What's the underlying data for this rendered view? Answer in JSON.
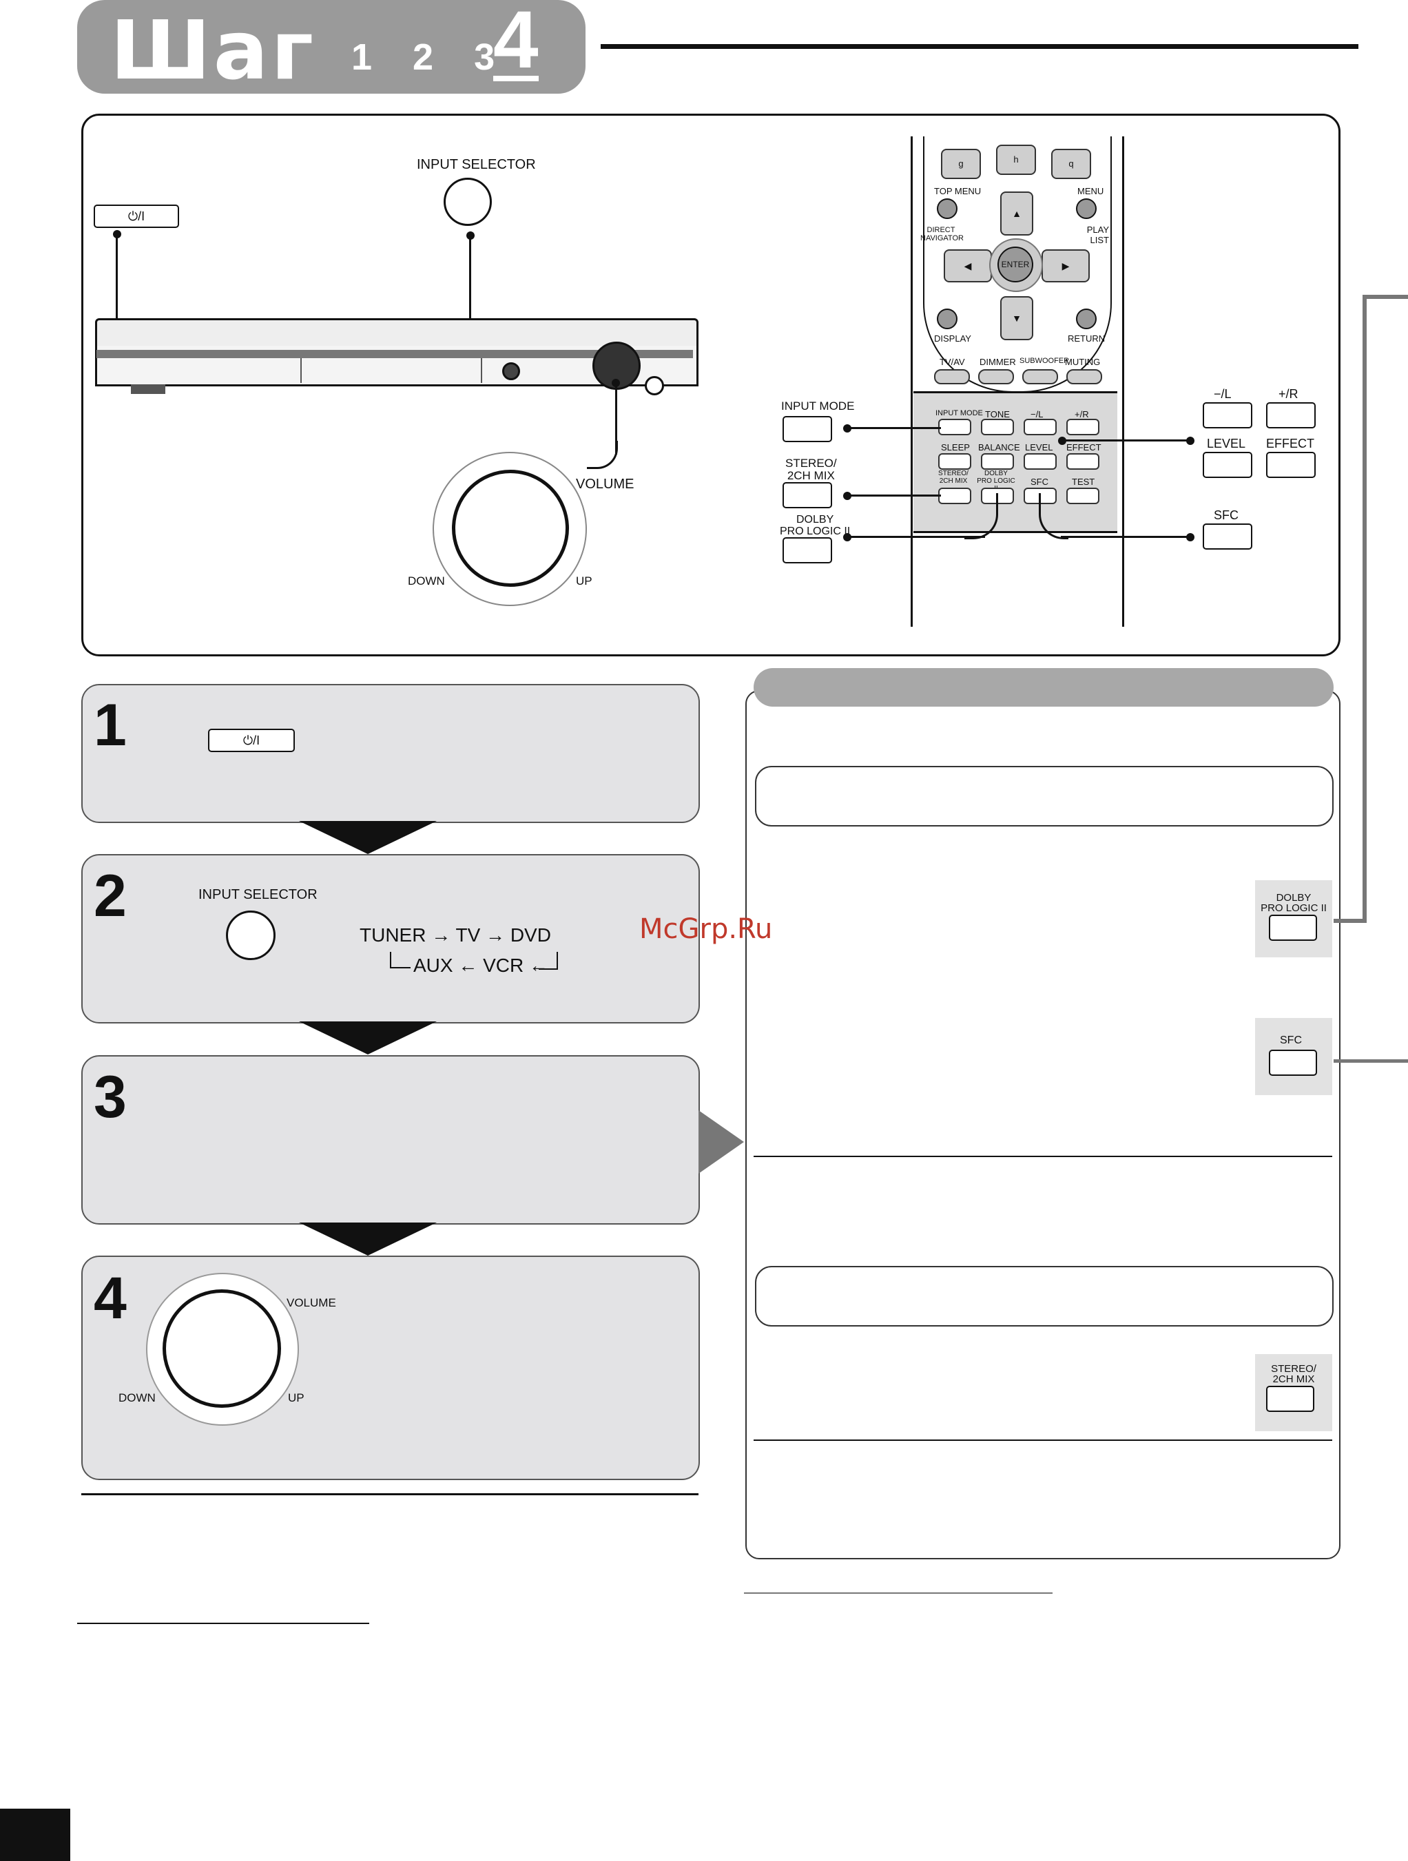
{
  "header": {
    "step_word": "Шаг",
    "step_numbers": "1 2 3",
    "current_step": "4"
  },
  "unit": {
    "power_button": "⏻/I",
    "input_selector": "INPUT SELECTOR",
    "volume": "VOLUME",
    "down": "DOWN",
    "up": "UP"
  },
  "remote": {
    "top_buttons": [
      "g",
      "h",
      "q"
    ],
    "top_menu": "TOP MENU",
    "menu": "MENU",
    "direct_navigator": "DIRECT\nNAVIGATOR",
    "play_list": "PLAY\nLIST",
    "enter": "ENTER",
    "display": "DISPLAY",
    "return": "RETURN",
    "row1": [
      "TV/AV",
      "DIMMER",
      "SUBWOOFER",
      "MUTING"
    ],
    "row2": [
      "INPUT MODE",
      "TONE",
      "−/L",
      "+/R"
    ],
    "row3": [
      "SLEEP",
      "BALANCE",
      "LEVEL",
      "EFFECT"
    ],
    "row4": [
      "STEREO/\n2CH MIX",
      "DOLBY\nPRO LOGIC II",
      "SFC",
      "TEST"
    ]
  },
  "callouts_left": {
    "input_mode": "INPUT MODE",
    "stereo_mix": "STEREO/\n2CH MIX",
    "dolby": "DOLBY\nPRO LOGIC II"
  },
  "callouts_right": {
    "minus_l": "−/L",
    "plus_r": "+/R",
    "level": "LEVEL",
    "effect": "EFFECT",
    "sfc": "SFC"
  },
  "steps": {
    "s1": {
      "num": "1",
      "button": "⏻/I"
    },
    "s2": {
      "num": "2",
      "label": "INPUT SELECTOR",
      "seq_top": "TUNER → TV → DVD",
      "seq_bottom": "AUX ← VCR ←"
    },
    "s3": {
      "num": "3"
    },
    "s4": {
      "num": "4",
      "volume": "VOLUME",
      "down": "DOWN",
      "up": "UP"
    }
  },
  "panel": {
    "dolby": "DOLBY\nPRO LOGIC II",
    "sfc": "SFC",
    "stereo_mix": "STEREO/\n2CH MIX"
  },
  "watermark": "McGrp.Ru"
}
